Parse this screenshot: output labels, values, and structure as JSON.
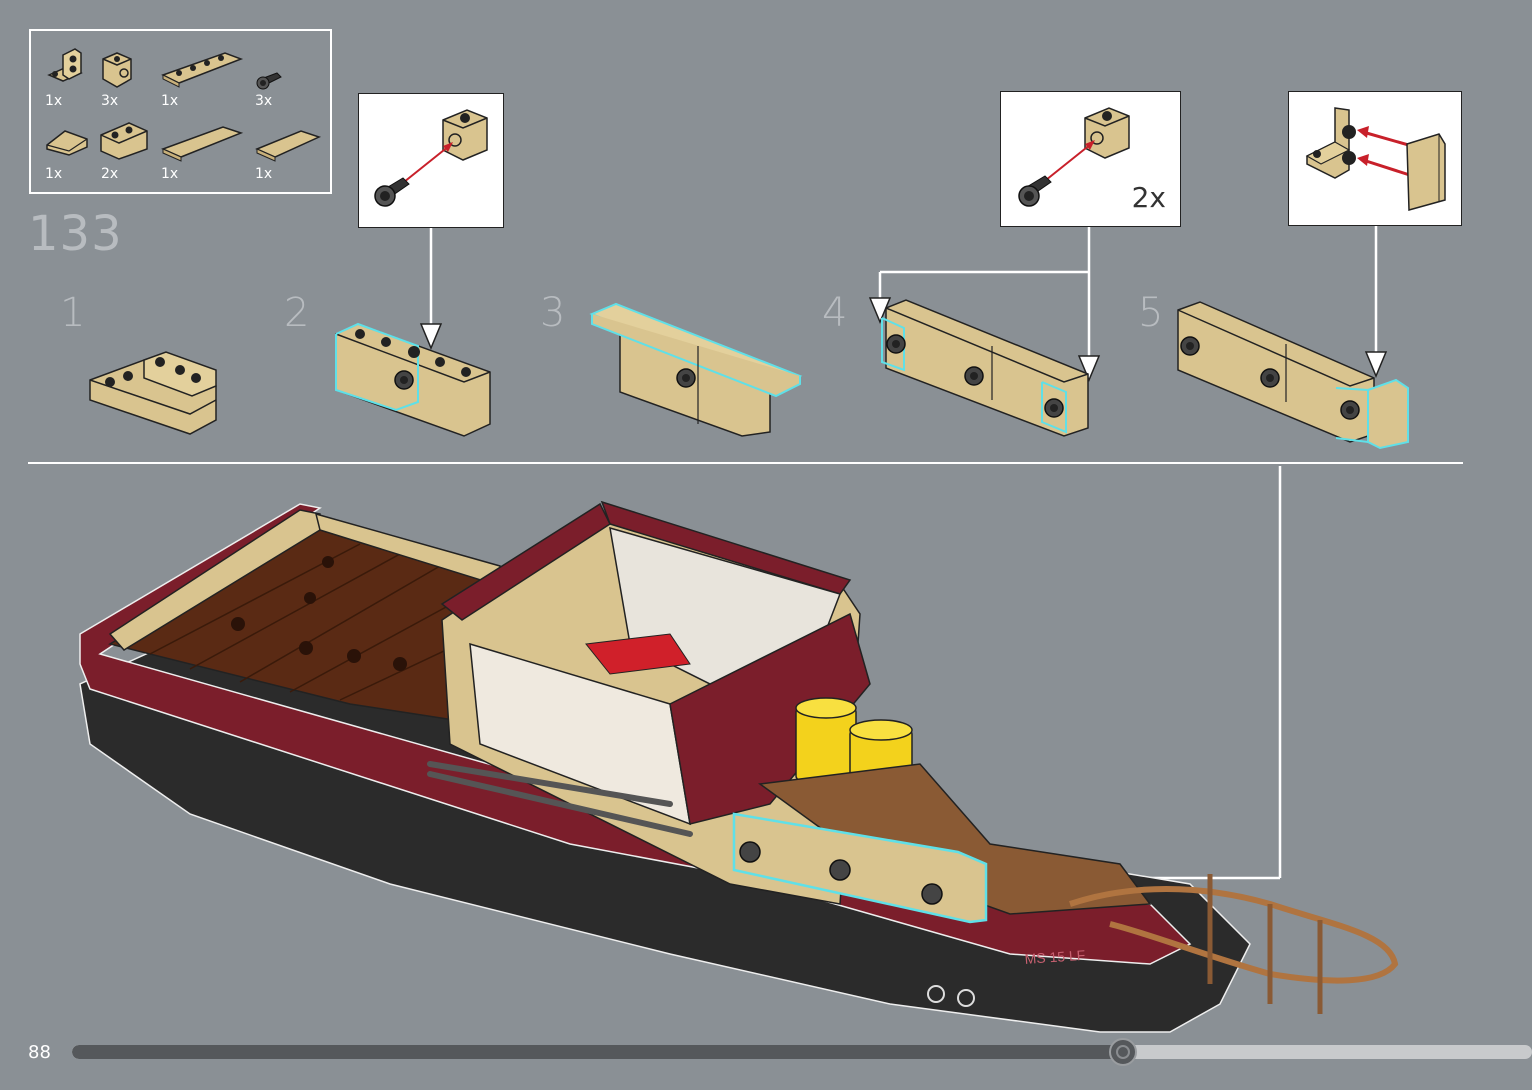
{
  "page": {
    "step_number": "133",
    "page_number": "88",
    "progress_percent": 72
  },
  "parts": [
    {
      "qty": "1x",
      "icon": "bracket-1x2-icon"
    },
    {
      "qty": "3x",
      "icon": "brick-with-hole-icon"
    },
    {
      "qty": "1x",
      "icon": "plate-1x4-icon"
    },
    {
      "qty": "3x",
      "icon": "black-pin-icon"
    },
    {
      "qty": "1x",
      "icon": "slope-tile-icon"
    },
    {
      "qty": "2x",
      "icon": "brick-1x2-icon"
    },
    {
      "qty": "1x",
      "icon": "tile-1x4-icon"
    },
    {
      "qty": "1x",
      "icon": "tile-1x2-icon"
    }
  ],
  "substeps": [
    {
      "label": "1"
    },
    {
      "label": "2"
    },
    {
      "label": "3"
    },
    {
      "label": "4"
    },
    {
      "label": "5"
    }
  ],
  "callouts": [
    {
      "multiplier": ""
    },
    {
      "multiplier": "2x"
    },
    {
      "multiplier": ""
    }
  ],
  "boat": {
    "hull_plate_text": "MS 15 LF"
  },
  "colors": {
    "background": "#8a9095",
    "tan": "#d9c48f",
    "dark_red": "#7b1e2b",
    "deck_brown": "#5a2a14",
    "highlight": "#5fe0e8",
    "arrow_red": "#c8202a"
  }
}
